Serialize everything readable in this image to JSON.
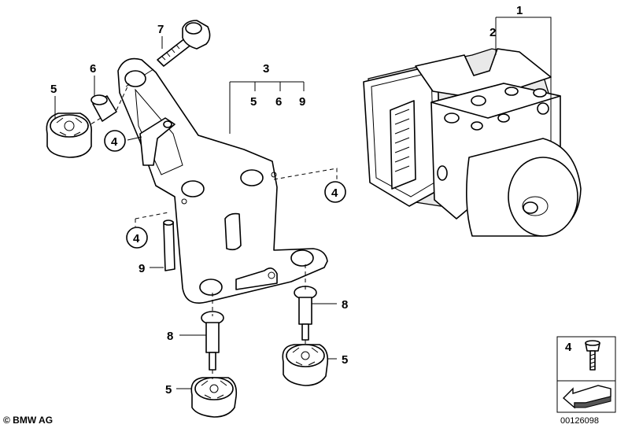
{
  "callouts": {
    "c1": "1",
    "c2": "2",
    "c3": "3",
    "c3_sub": [
      "5",
      "6",
      "9"
    ],
    "c4a": "4",
    "c4b": "4",
    "c4c": "4",
    "c5a": "5",
    "c5b": "5",
    "c5c": "5",
    "c6": "6",
    "c7": "7",
    "c8a": "8",
    "c8b": "8",
    "c9": "9"
  },
  "legend_box": {
    "label": "4"
  },
  "copyright": "© BMW AG",
  "diagram_id": "00126098"
}
